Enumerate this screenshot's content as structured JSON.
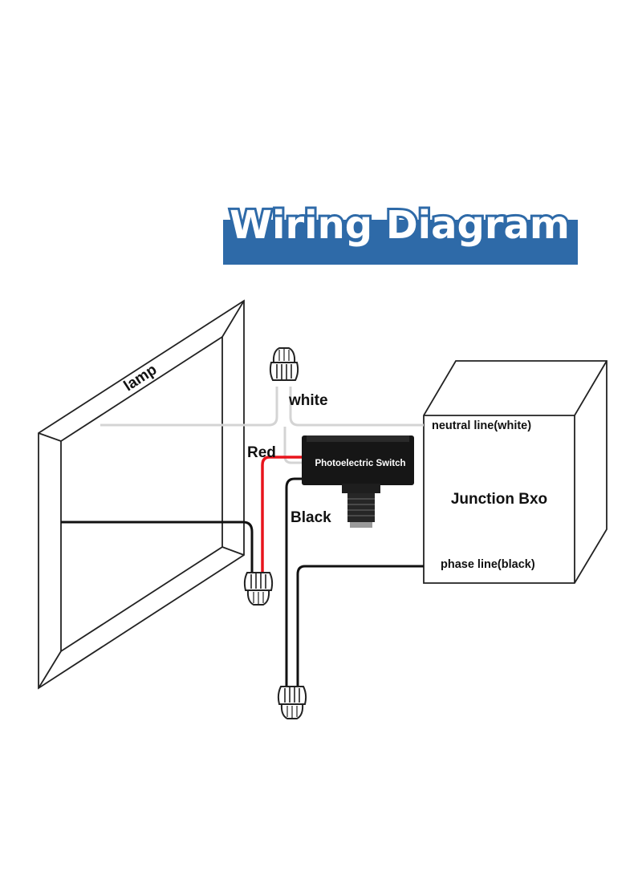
{
  "title": "Wiring Diagram",
  "labels": {
    "lamp": "lamp",
    "white": "white",
    "red": "Red",
    "black": "Black",
    "switch": "Photoelectric Switch",
    "junction": "Junction Bxo",
    "neutral": "neutral line(white)",
    "phase": "phase line(black)"
  },
  "colors": {
    "banner": "#2e6aa8",
    "white_wire": "#d4d4d4",
    "red_wire": "#e8141c",
    "black_wire": "#111111",
    "switch_body": "#161616"
  },
  "icons": {
    "connector": "wire-nut-icon"
  }
}
